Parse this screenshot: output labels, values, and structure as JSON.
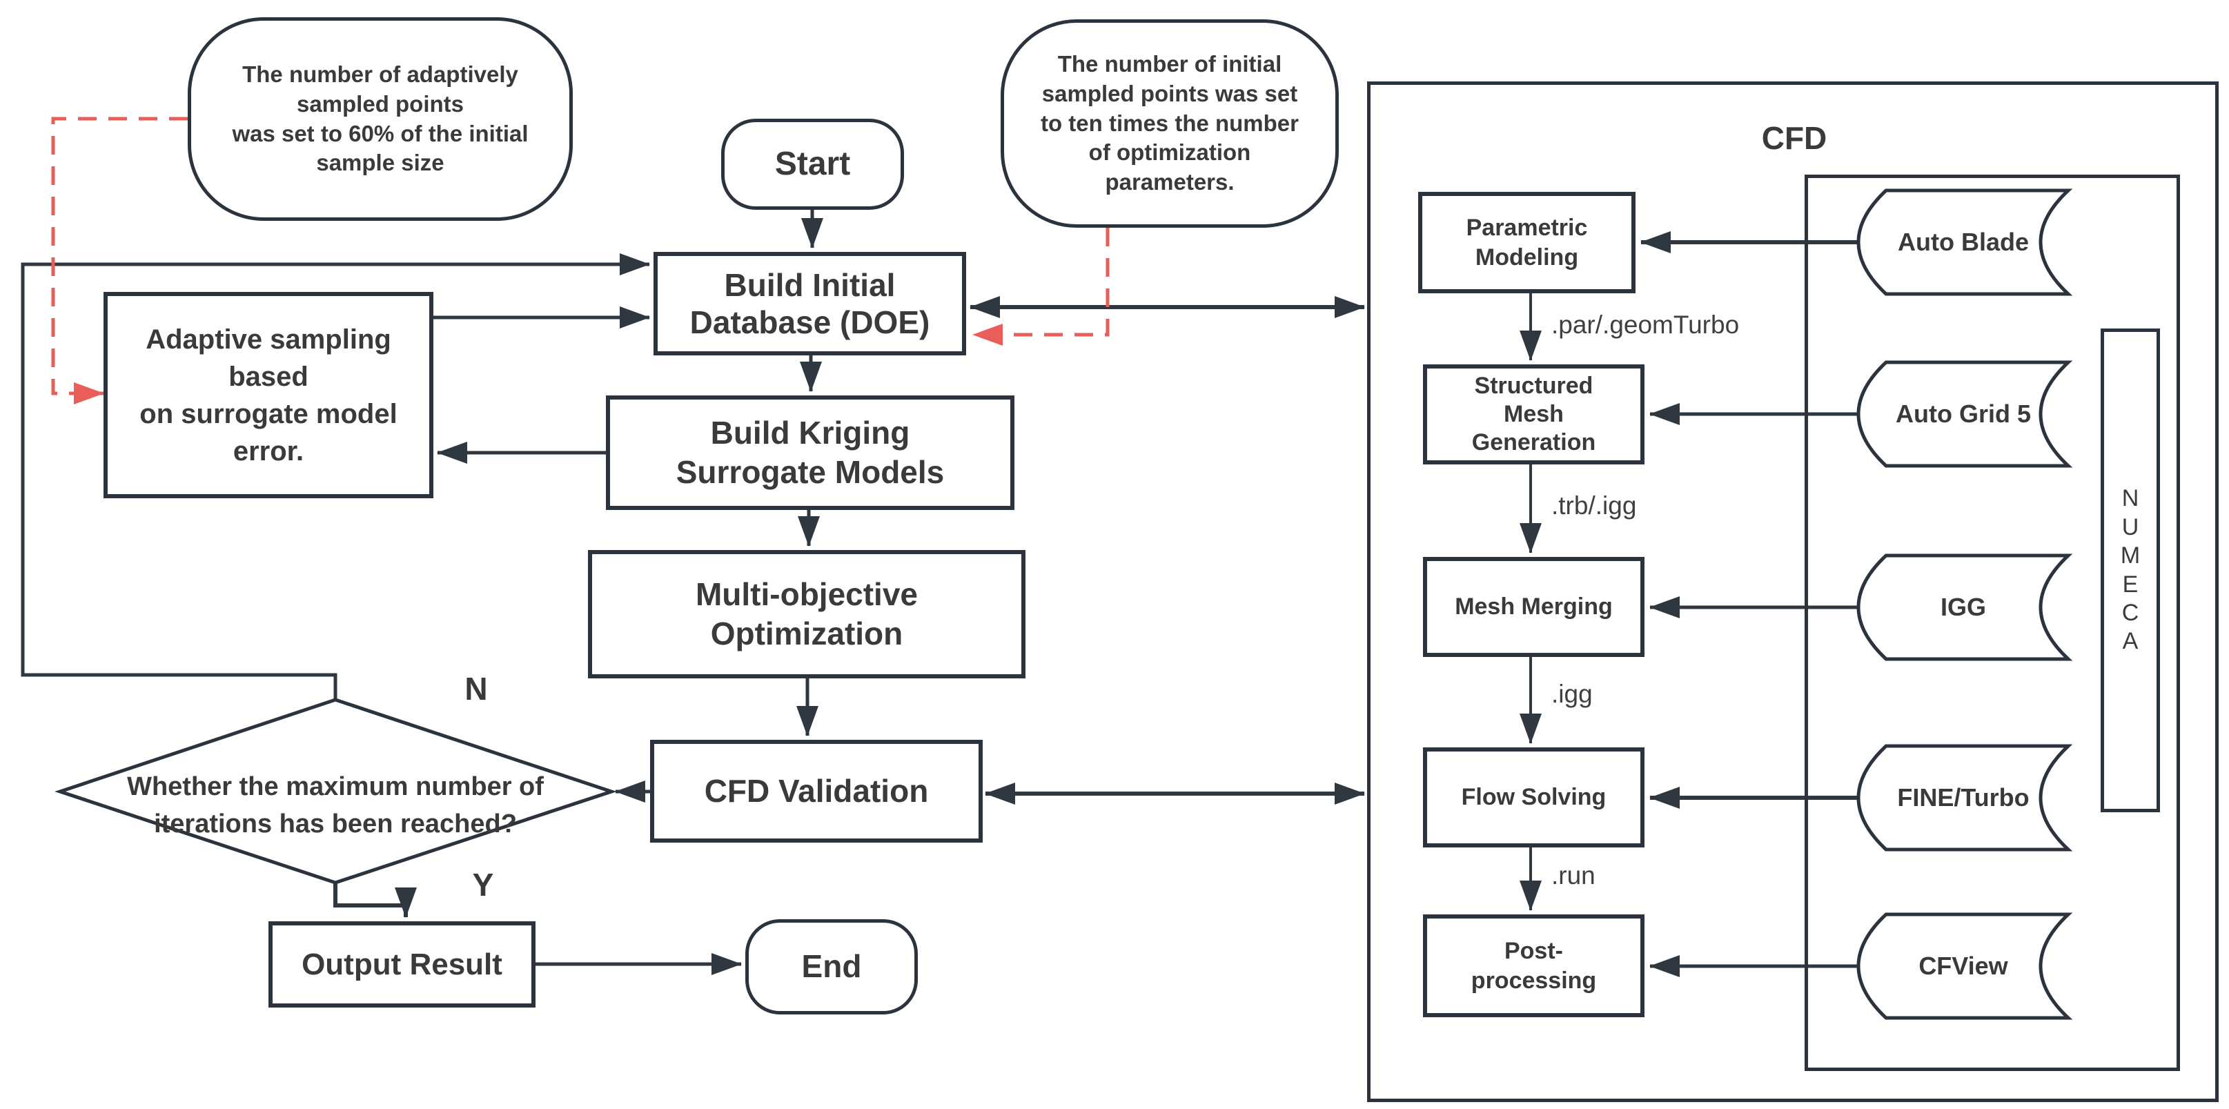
{
  "colors": {
    "ink": "#2b333e",
    "text": "#3a3a3a",
    "accent_red": "#e95e58",
    "background": "#ffffff"
  },
  "annotations": {
    "adaptive_note": "The number of adaptively\nsampled points\nwas set to 60% of the initial\nsample size",
    "initial_note": "The number of initial\nsampled points was set\nto ten times the number\nof optimization\nparameters."
  },
  "flow": {
    "start": "Start",
    "build_db": "Build Initial\nDatabase (DOE)",
    "adaptive_sampling": "Adaptive sampling based\non surrogate model\nerror.",
    "kriging": "Build Kriging\nSurrogate Models",
    "multi_objective": "Multi-objective\nOptimization",
    "cfd_validation": "CFD Validation",
    "decision": "Whether the maximum number of\niterations has been reached?",
    "decision_no": "N",
    "decision_yes": "Y",
    "output_result": "Output Result",
    "end": "End"
  },
  "cfd": {
    "title": "CFD",
    "vendor_vertical": "N\nU\nM\nE\nC\nA",
    "steps": [
      {
        "label": "Parametric\nModeling"
      },
      {
        "label": "Structured\nMesh\nGeneration"
      },
      {
        "label": "Mesh Merging"
      },
      {
        "label": "Flow Solving"
      },
      {
        "label": "Post-\nprocessing"
      }
    ],
    "files": [
      {
        "label": ".par/.geomTurbo"
      },
      {
        "label": ".trb/.igg"
      },
      {
        "label": ".igg"
      },
      {
        "label": ".run"
      }
    ],
    "tools": [
      {
        "label": "Auto Blade"
      },
      {
        "label": "Auto Grid 5"
      },
      {
        "label": "IGG"
      },
      {
        "label": "FINE/Turbo"
      },
      {
        "label": "CFView"
      }
    ]
  }
}
